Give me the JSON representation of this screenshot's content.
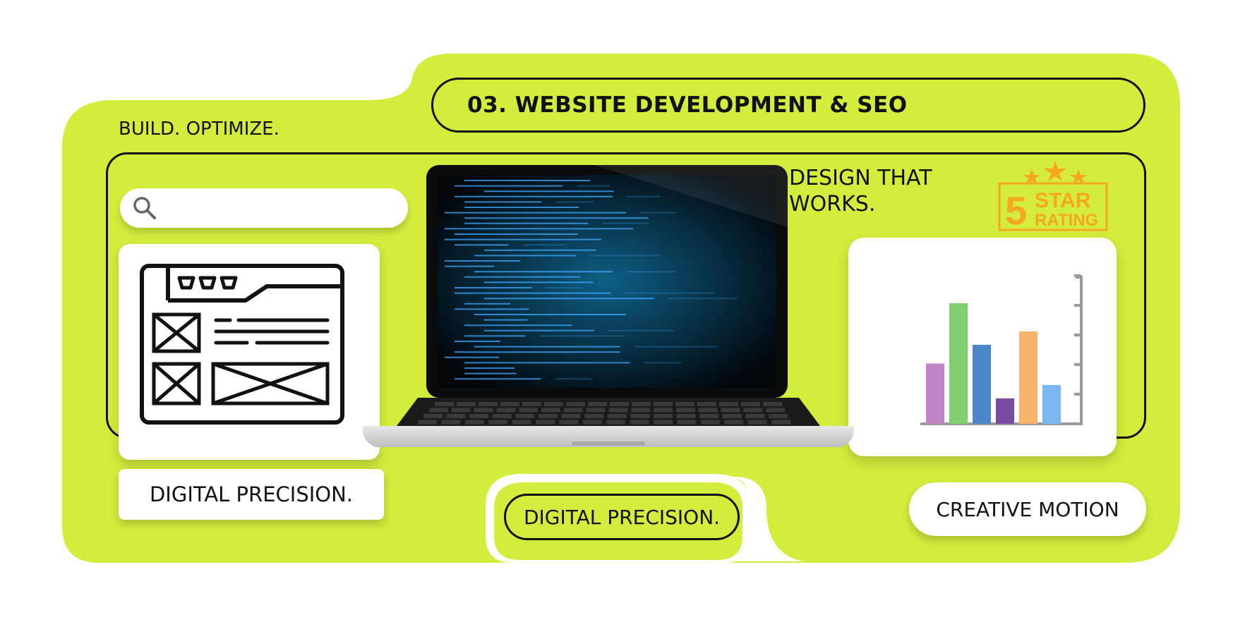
{
  "colors": {
    "lime": "#d4ec3c",
    "ink": "#111111",
    "code": "#3fa9ff"
  },
  "header": {
    "title": "03. WEBSITE DEVELOPMENT & SEO"
  },
  "taglines": {
    "build": "BUILD. OPTIMIZE.",
    "design": "DESIGN THAT WORKS."
  },
  "search": {
    "icon": "search-icon",
    "placeholder": ""
  },
  "wireframe": {
    "icon": "browser-wireframe-icon"
  },
  "laptop": {
    "icon": "laptop-code-icon"
  },
  "rating": {
    "number": "5",
    "word1": "STAR",
    "word2": "RATING",
    "stars": 3
  },
  "bar_chart_icon": {
    "bars": [
      45,
      90,
      59,
      19,
      69,
      29
    ],
    "colors": [
      "#c184c9",
      "#7fcf6c",
      "#4b87c8",
      "#7b4aa3",
      "#f9b36c",
      "#7ab8f5"
    ]
  },
  "buttons": {
    "digital_precision": "DIGITAL PRECISION.",
    "digital_precision_alt": "DIGITAL PRECISION.",
    "creative_motion": "CREATIVE MOTION"
  }
}
